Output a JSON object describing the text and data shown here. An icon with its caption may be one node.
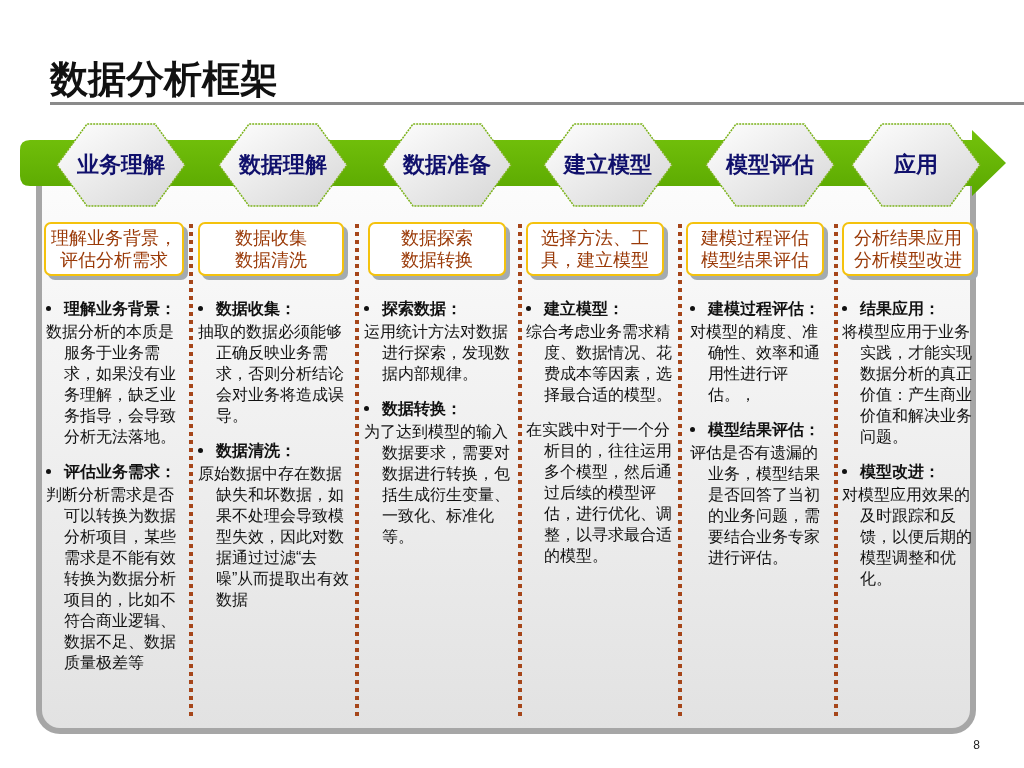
{
  "diagram": {
    "title": "数据分析框架",
    "nodes": [
      {
        "text": [
          "业务理解"
        ]
      },
      {
        "text": [
          "数据理解"
        ]
      },
      {
        "text": [
          "数据准备"
        ]
      },
      {
        "text": [
          "建立模型"
        ]
      },
      {
        "text": [
          "模型评估"
        ]
      },
      {
        "text": [
          "应用"
        ]
      },
      {
        "text": [
          "理解业务背景，评估分析需求"
        ],
        "beside": [
          "理解业务背景：",
          "数据分析的本质是服务于业务需求，如果没有业务理解，缺乏业务指导，会导致分析无法落地。",
          "评估业务需求：",
          "判断分析需求是否可以转换为数据分析项目，某些需求是不能有效转换为数据分析项目的，比如不符合商业逻辑、数据不足、数据质量极差等"
        ]
      },
      {
        "text": [
          "数据收集",
          "数据清洗"
        ],
        "beside": [
          "数据收集：",
          "抽取的数据必须能够正确反映业务需求，否则分析结论会对业务将造成误导。",
          "数据清洗：",
          "原始数据中存在数据缺失和坏数据，如果不处理会导致模型失效，因此对数据通过过滤“去噪”从而提取出有效数据"
        ]
      },
      {
        "text": [
          "数据探索",
          "数据转换"
        ],
        "beside": [
          "探索数据：",
          "运用统计方法对数据进行探索，发现数据内部规律。",
          "数据转换：",
          "为了达到模型的输入数据要求，需要对数据进行转换，包括生成衍生变量、一致化、标准化等。"
        ]
      },
      {
        "text": [
          "选择方法、工具，建立模型"
        ],
        "beside": [
          "建立模型：",
          "综合考虑业务需求精度、数据情况、花费成本等因素，选择最合适的模型。",
          "在实践中对于一个分析目的，往往运用多个模型，然后通过后续的模型评估，进行优化、调整，以寻求最合适的模型。"
        ]
      },
      {
        "text": [
          "建模过程评估",
          "模型结果评估"
        ],
        "beside": [
          "建模过程评估：",
          "对模型的精度、准确性、效率和通用性进行评估。，",
          "模型结果评估：",
          "评估是否有遗漏的业务，模型结果是否回答了当初的业务问题，需要结合业务专家进行评估。"
        ]
      },
      {
        "text": [
          "分析结果应用",
          "分析模型改进"
        ],
        "beside": [
          "结果应用：",
          "将模型应用于业务实践，才能实现数据分析的真正价值：产生商业价值和解决业务问题。",
          "模型改进：",
          "对模型应用效果的及时跟踪和反馈，以便后期的模型调整和优化。"
        ]
      }
    ],
    "labels": [
      "8"
    ]
  }
}
